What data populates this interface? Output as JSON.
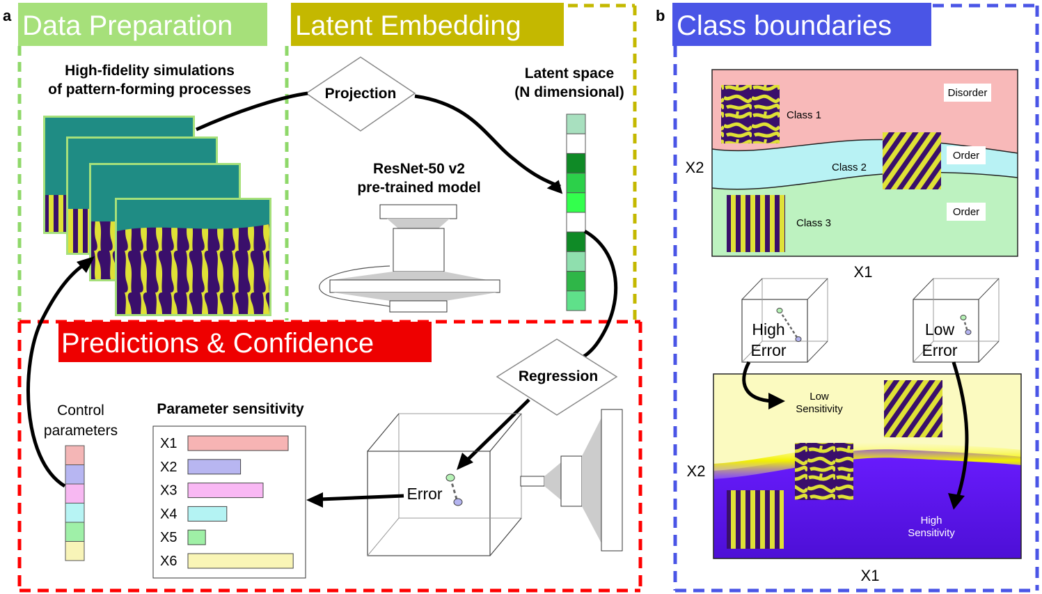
{
  "panel_a": {
    "letter": "a",
    "data_prep": {
      "title": "Data Preparation",
      "desc_line1": "High-fidelity simulations",
      "desc_line2": "of pattern-forming processes"
    },
    "latent": {
      "title": "Latent Embedding",
      "projection": "Projection",
      "model_line1": "ResNet-50 v2",
      "model_line2": "pre-trained model",
      "space_line1": "Latent space",
      "space_line2": "(N dimensional)",
      "vector_colors": [
        "#a8e0bf",
        "#ffffff",
        "#0f8a26",
        "#2cd04a",
        "#33ff4d",
        "#ffffff",
        "#0f8a26",
        "#8fdfae",
        "#2fb648",
        "#5fe08a"
      ]
    },
    "predictions": {
      "title": "Predictions & Confidence",
      "regression": "Regression",
      "error": "Error",
      "control_line1": "Control",
      "control_line2": "parameters",
      "control_colors": [
        "#f4b6b6",
        "#b7b6f2",
        "#f7b8f2",
        "#b7f4f4",
        "#9ff0a8",
        "#f8f4b8"
      ],
      "sensitivity_title": "Parameter sensitivity",
      "sensitivity": [
        {
          "label": "X1",
          "value": 0.8,
          "color": "#f7b4b4"
        },
        {
          "label": "X2",
          "value": 0.42,
          "color": "#b8b6f1"
        },
        {
          "label": "X3",
          "value": 0.6,
          "color": "#f9b8f4"
        },
        {
          "label": "X4",
          "value": 0.31,
          "color": "#b4f3f3"
        },
        {
          "label": "X5",
          "value": 0.14,
          "color": "#9ff0a6"
        },
        {
          "label": "X6",
          "value": 0.84,
          "color": "#f9f5b6"
        }
      ]
    }
  },
  "panel_b": {
    "letter": "b",
    "title": "Class boundaries",
    "top_plot": {
      "x_label": "X1",
      "y_label": "X2",
      "class1": "Class 1",
      "class2": "Class 2",
      "class3": "Class 3",
      "disorder": "Disorder",
      "order_a": "Order",
      "order_b": "Order"
    },
    "cubes": {
      "high_line1": "High",
      "high_line2": "Error",
      "low_line1": "Low",
      "low_line2": "Error"
    },
    "bottom_plot": {
      "x_label": "X1",
      "y_label": "X2",
      "low_sens_line1": "Low",
      "low_sens_line2": "Sensitivity",
      "high_sens_line1": "High",
      "high_sens_line2": "Sensitivity"
    }
  },
  "colors": {
    "green_frame": "#8fd86a",
    "olive": "#c4b800",
    "red": "#ff0000",
    "blue": "#4a55e6",
    "teal": "#1f8c84",
    "pattern_yellow": "#e0e236",
    "pattern_purple": "#3a0f6b"
  }
}
